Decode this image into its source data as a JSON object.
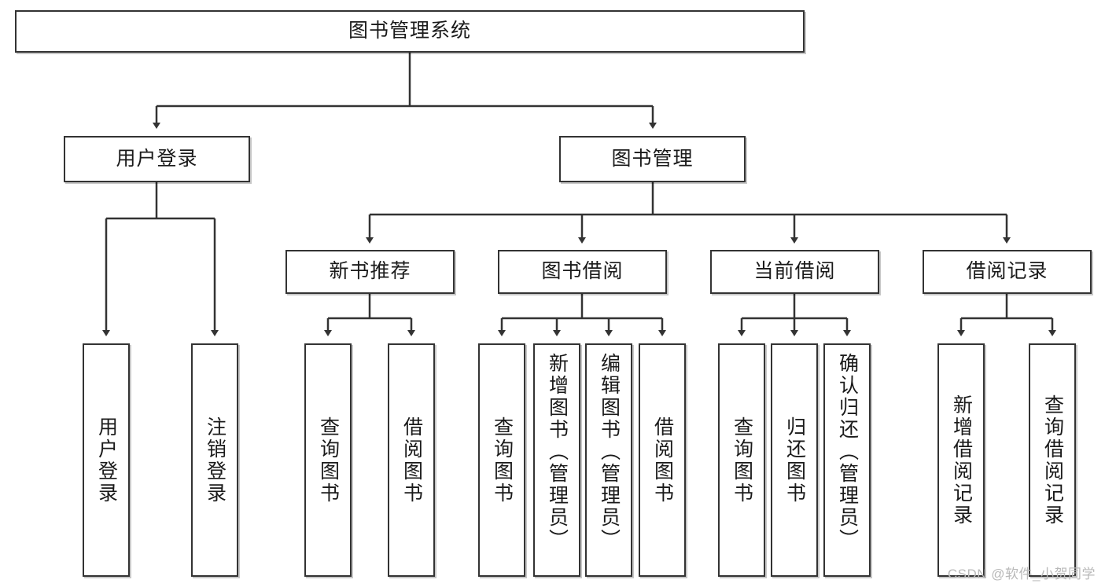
{
  "diagram": {
    "type": "tree",
    "title": "图书管理系统",
    "root": {
      "id": "root",
      "label": "图书管理系统"
    },
    "level2": [
      {
        "id": "user-login",
        "label": "用户登录"
      },
      {
        "id": "book-manage",
        "label": "图书管理"
      }
    ],
    "level3": [
      {
        "id": "new-book-recommend",
        "label": "新书推荐",
        "parent": "book-manage"
      },
      {
        "id": "book-borrow",
        "label": "图书借阅",
        "parent": "book-manage"
      },
      {
        "id": "current-borrow",
        "label": "当前借阅",
        "parent": "book-manage"
      },
      {
        "id": "borrow-record",
        "label": "借阅记录",
        "parent": "book-manage"
      }
    ],
    "leaves": {
      "user_login": [
        {
          "id": "leaf-user-login",
          "label": "用户登录"
        },
        {
          "id": "leaf-logout-login",
          "label": "注销登录"
        }
      ],
      "new_book_recommend": [
        {
          "id": "leaf-query-book-1",
          "label": "查询图书"
        },
        {
          "id": "leaf-borrow-book-1",
          "label": "借阅图书"
        }
      ],
      "book_borrow": [
        {
          "id": "leaf-query-book-2",
          "label": "查询图书"
        },
        {
          "id": "leaf-add-book",
          "label": "新增图书（管理员）"
        },
        {
          "id": "leaf-edit-book",
          "label": "编辑图书（管理员）"
        },
        {
          "id": "leaf-borrow-book-2",
          "label": "借阅图书"
        }
      ],
      "current_borrow": [
        {
          "id": "leaf-query-book-3",
          "label": "查询图书"
        },
        {
          "id": "leaf-return-book",
          "label": "归还图书"
        },
        {
          "id": "leaf-confirm-return",
          "label": "确认归还（管理员）"
        }
      ],
      "borrow_record": [
        {
          "id": "leaf-add-record",
          "label": "新增借阅记录"
        },
        {
          "id": "leaf-query-record",
          "label": "查询借阅记录"
        }
      ]
    }
  },
  "watermark": {
    "text": "CSDN @软件_小贺同学"
  },
  "colors": {
    "stroke": "#333333",
    "background": "#ffffff",
    "text": "#1a1a1a",
    "watermark": "#b9b9b9"
  }
}
